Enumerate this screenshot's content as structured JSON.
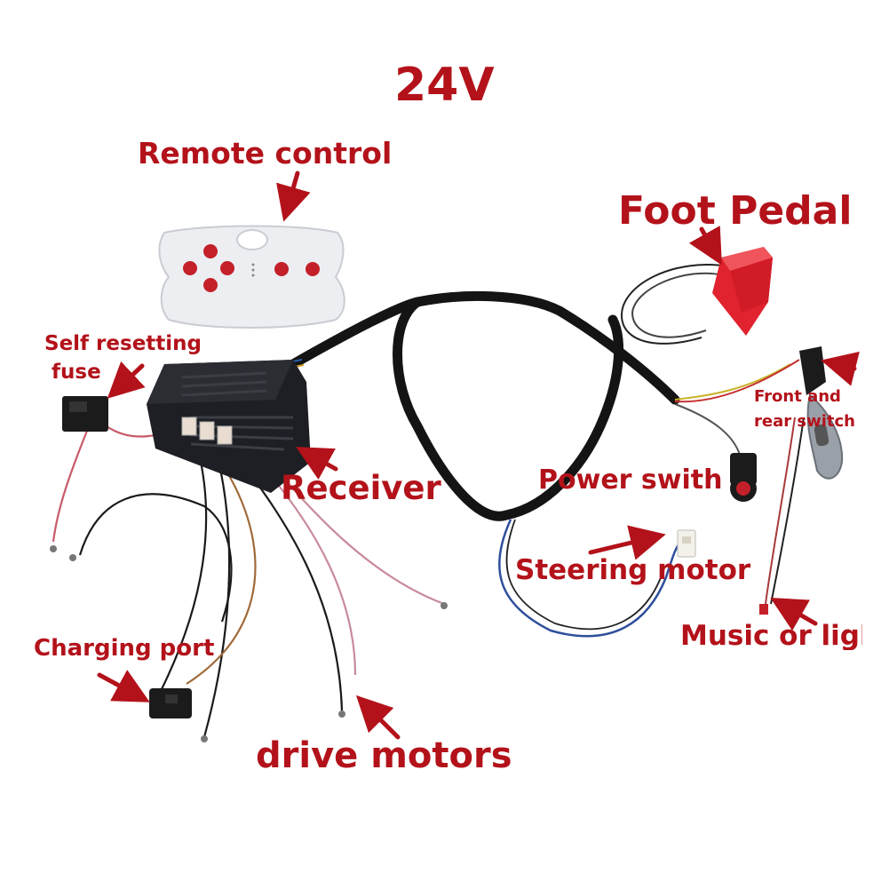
{
  "labels": {
    "title": "24V",
    "remote_control": "Remote control",
    "foot_pedal": "Foot Pedal",
    "fuse_line1": "Self resetting",
    "fuse_line2": "fuse",
    "receiver": "Receiver",
    "power_switch": "Power swith",
    "front_rear_line1": "Front and",
    "front_rear_line2": "rear switch",
    "steering_motor": "Steering motor",
    "music_light": "Music or light",
    "charging_port": "Charging port",
    "drive_motors": "drive motors"
  },
  "colors": {
    "label_red": "#b3121a",
    "remote_body": "#eceef2",
    "remote_button": "#c4202a",
    "receiver_body": "#1e1f24",
    "pedal_red": "#e0232e",
    "cable_black": "#141414"
  }
}
